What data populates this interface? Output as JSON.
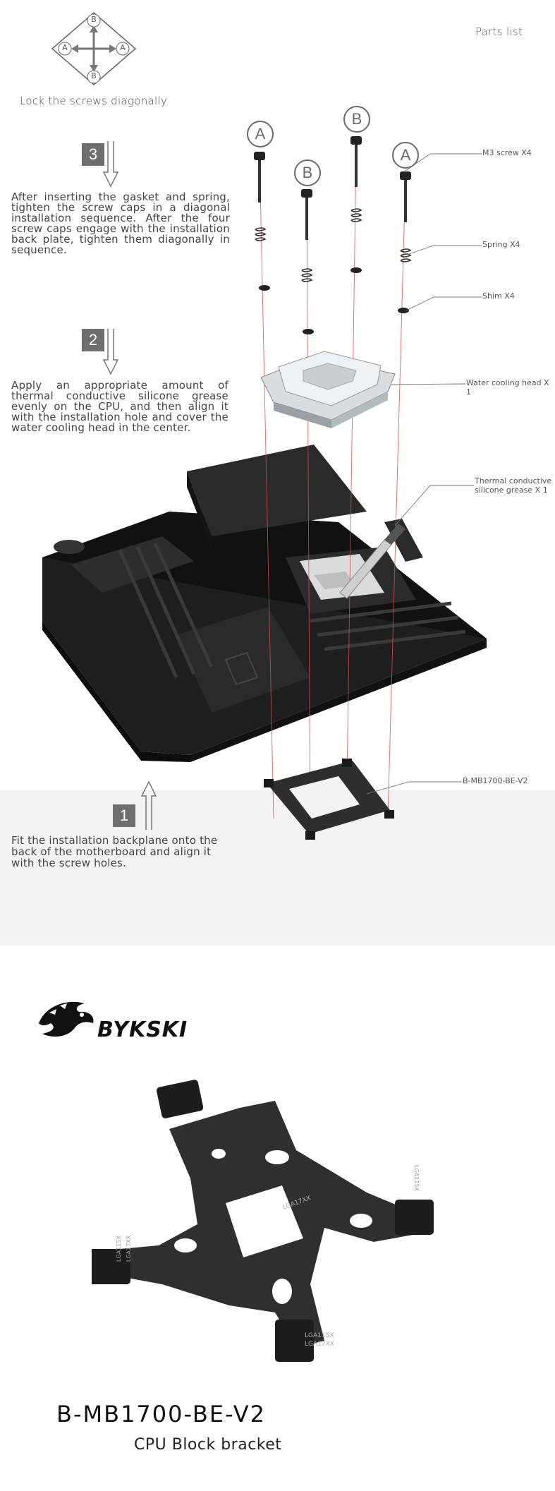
{
  "header": {
    "lock_hint": "Lock the screws diagonally",
    "parts_list_title": "Parts list",
    "diagram_letters": {
      "top": "B",
      "bottom": "B",
      "left": "A",
      "right": "A"
    }
  },
  "steps": [
    {
      "number": "3",
      "text": "After inserting the gasket and spring, tighten the screw caps in a diagonal installation sequence. After the four screw caps engage with the installation back plate, tighten them diagonally in sequence."
    },
    {
      "number": "2",
      "text": "Apply an appropriate amount of thermal conductive silicone grease evenly on the CPU, and then align it with the installation hole and cover the water cooling head in the center."
    },
    {
      "number": "1",
      "text": "Fit the installation backplane onto the back of the motherboard and align it with the screw holes."
    }
  ],
  "screw_markers": [
    "A",
    "B",
    "B",
    "A"
  ],
  "parts": {
    "m3_screw": "M3 screw X4",
    "spring": "Spring X4",
    "shim": "Shim X4",
    "water_head": "Water cooling head X 1",
    "grease_line1": "Thermal conductive",
    "grease_line2": "silicone grease X 1",
    "bracket": "B-MB1700-BE-V2"
  },
  "product": {
    "brand": "BYKSKI",
    "model": "B-MB1700-BE-V2",
    "description": "CPU Block bracket",
    "arm_labels": [
      "LGA115X",
      "LGA17XX",
      "LGA115X",
      "LGA17XX",
      "LGA115X",
      "LGA17XX"
    ]
  },
  "colors": {
    "accent_line": "#e04a4a",
    "band": "#f3f3f3",
    "text": "#3a3a3a"
  }
}
